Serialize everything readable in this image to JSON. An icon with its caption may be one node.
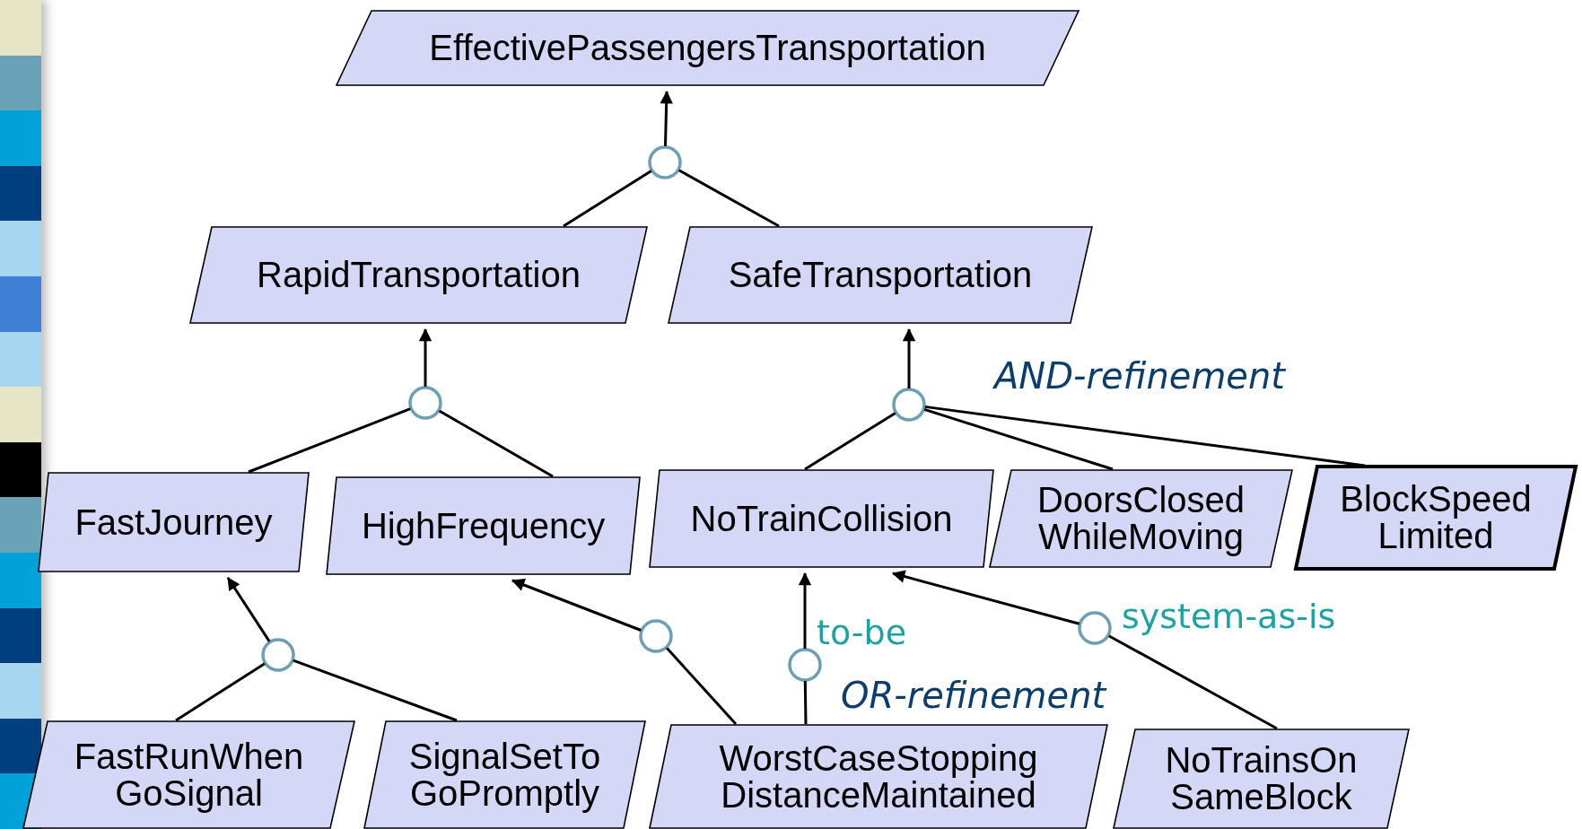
{
  "diagram": {
    "nodes": [
      {
        "text": [
          "EffectivePassengersTransportation"
        ]
      },
      {
        "text": [
          "RapidTransportation"
        ]
      },
      {
        "text": [
          "SafeTransportation"
        ]
      },
      {
        "text": [
          "FastJourney"
        ]
      },
      {
        "text": [
          "HighFrequency"
        ]
      },
      {
        "text": [
          "NoTrainCollision"
        ]
      },
      {
        "text": [
          "DoorsClosed WhileMoving"
        ]
      },
      {
        "text": [
          "BlockSpeed Limited"
        ]
      },
      {
        "text": [
          "FastRunWhen GoSignal"
        ]
      },
      {
        "text": [
          "SignalSetTo GoPromptly"
        ]
      },
      {
        "text": [
          "WorstCaseStopping DistanceMaintained"
        ]
      },
      {
        "text": [
          "NoTrainsOn SameBlock"
        ]
      },
      {
        "text": [],
        "shape": "circle"
      },
      {
        "text": [],
        "shape": "circle"
      },
      {
        "text": [],
        "shape": "circle"
      },
      {
        "text": [],
        "shape": "circle"
      },
      {
        "text": [],
        "shape": "circle"
      },
      {
        "text": [],
        "shape": "circle"
      },
      {
        "text": [],
        "shape": "circle"
      }
    ],
    "edges": [
      {
        "from": 12,
        "to": 0,
        "arrow": "to"
      },
      {
        "from": 1,
        "to": 12,
        "arrow": "none"
      },
      {
        "from": 2,
        "to": 12,
        "arrow": "none"
      },
      {
        "from": 13,
        "to": 1,
        "arrow": "to"
      },
      {
        "from": 3,
        "to": 13,
        "arrow": "none"
      },
      {
        "from": 4,
        "to": 13,
        "arrow": "none"
      },
      {
        "from": 14,
        "to": 2,
        "arrow": "to"
      },
      {
        "from": 5,
        "to": 14,
        "arrow": "none"
      },
      {
        "from": 6,
        "to": 14,
        "arrow": "none"
      },
      {
        "from": 7,
        "to": 14,
        "arrow": "none"
      },
      {
        "from": 15,
        "to": 3,
        "arrow": "to"
      },
      {
        "from": 8,
        "to": 15,
        "arrow": "none"
      },
      {
        "from": 9,
        "to": 15,
        "arrow": "none"
      },
      {
        "from": 16,
        "to": 4,
        "arrow": "to"
      },
      {
        "from": 10,
        "to": 16,
        "arrow": "none"
      },
      {
        "from": 17,
        "to": 5,
        "arrow": "to"
      },
      {
        "from": 10,
        "to": 17,
        "arrow": "none"
      },
      {
        "from": 18,
        "to": 5,
        "arrow": "to"
      },
      {
        "from": 11,
        "to": 18,
        "arrow": "none"
      }
    ],
    "labels": [
      "AND-refinement",
      "to-be",
      "system-as-is",
      "OR-refinement"
    ]
  }
}
